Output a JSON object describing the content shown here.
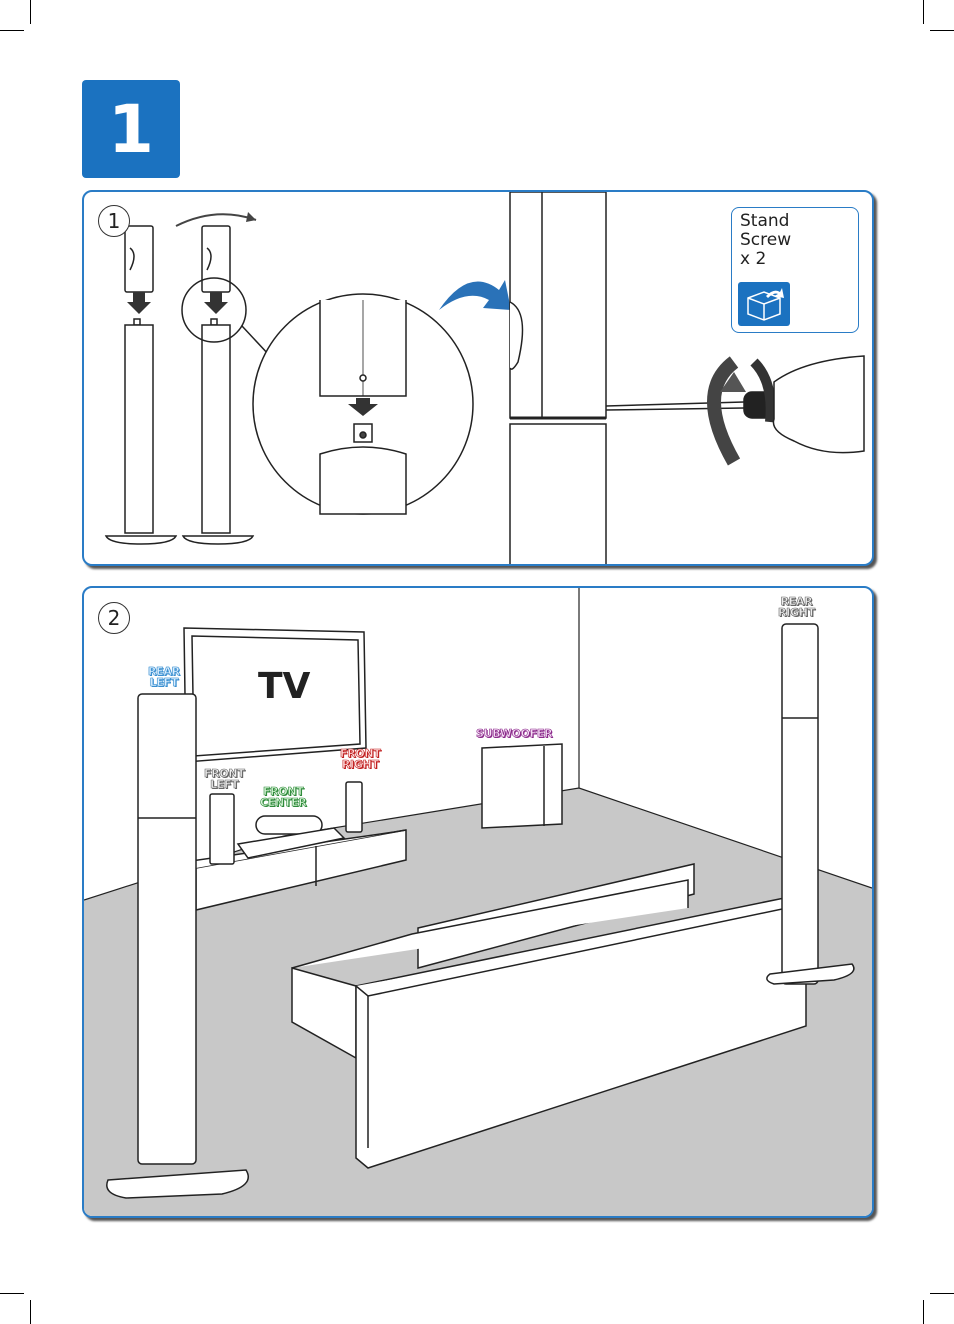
{
  "step_number": "1",
  "panel1": {
    "substep": "1",
    "info_box": {
      "line1": "Stand",
      "line2": "Screw",
      "line3": "x 2",
      "icon": "box-with-arrow-icon"
    }
  },
  "panel2": {
    "substep": "2",
    "tv_label": "TV",
    "speakers": {
      "rear_left": [
        "REAR",
        "LEFT"
      ],
      "rear_right": [
        "REAR",
        "RIGHT"
      ],
      "front_left": [
        "FRONT",
        "LEFT"
      ],
      "front_center": [
        "FRONT",
        "CENTER"
      ],
      "front_right": [
        "FRONT",
        "RIGHT"
      ],
      "subwoofer": [
        "SUBWOOFER"
      ]
    }
  },
  "colors": {
    "accent_blue": "#1b72c0",
    "floor_gray": "#c8c8c8"
  }
}
